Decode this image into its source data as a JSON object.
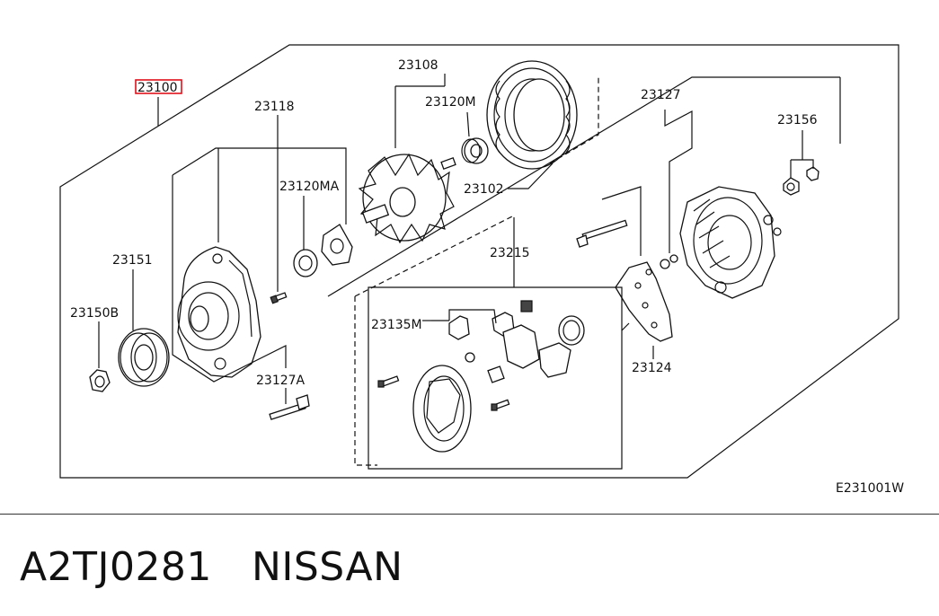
{
  "diagram": {
    "callouts": {
      "c23100": "23100",
      "c23108": "23108",
      "c23120M": "23120M",
      "c23118": "23118",
      "c23127": "23127",
      "c23156": "23156",
      "c23120MA": "23120MA",
      "c23102": "23102",
      "c23151": "23151",
      "c23215": "23215",
      "c23150B": "23150B",
      "c23135M": "23135M",
      "c23127A": "23127A",
      "c23124": "23124"
    },
    "figure_code": "E231001W",
    "highlight_color": "#e0101a"
  },
  "footer": {
    "part_number": "A2TJ0281",
    "brand": "NISSAN"
  }
}
